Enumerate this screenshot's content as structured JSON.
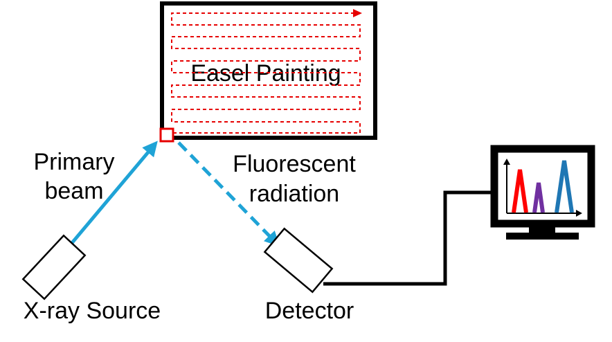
{
  "painting": {
    "label": "Easel Painting"
  },
  "labels": {
    "primary_line1": "Primary",
    "primary_line2": "beam",
    "fluor_line1": "Fluorescent",
    "fluor_line2": "radiation",
    "source": "X-ray Source",
    "detector": "Detector"
  },
  "colors": {
    "scan_path": "#e60000",
    "beam": "#1fa3d6",
    "outline": "#000000",
    "peak_red": "#ff0000",
    "peak_purple": "#7030a0",
    "peak_blue": "#1f77b4"
  },
  "monitor": {
    "peaks": [
      "red",
      "purple",
      "blue"
    ]
  }
}
